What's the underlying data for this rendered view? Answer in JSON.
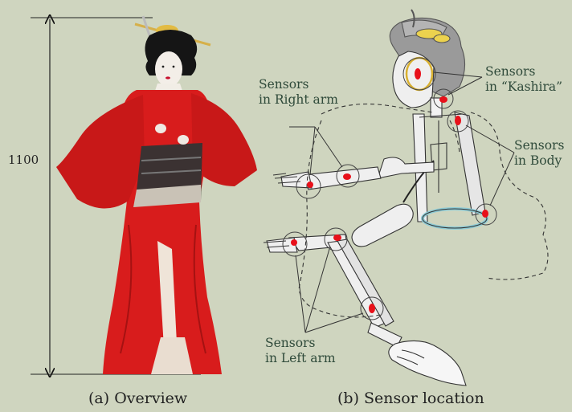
{
  "dimension": {
    "value": "1100"
  },
  "labels": {
    "kashira": [
      "Sensors",
      "in “Kashira”"
    ],
    "right_arm": [
      "Sensors",
      "in Right arm"
    ],
    "body": [
      "Sensors",
      "in Body"
    ],
    "left_arm": [
      "Sensors",
      "in Left arm"
    ]
  },
  "captions": {
    "a": "(a) Overview",
    "b": "(b) Sensor location"
  },
  "colors": {
    "background": "#cfd5bf",
    "sensor": "#e8101a",
    "kimono": "#d81c1c",
    "label_text": "#2f4a3a"
  }
}
